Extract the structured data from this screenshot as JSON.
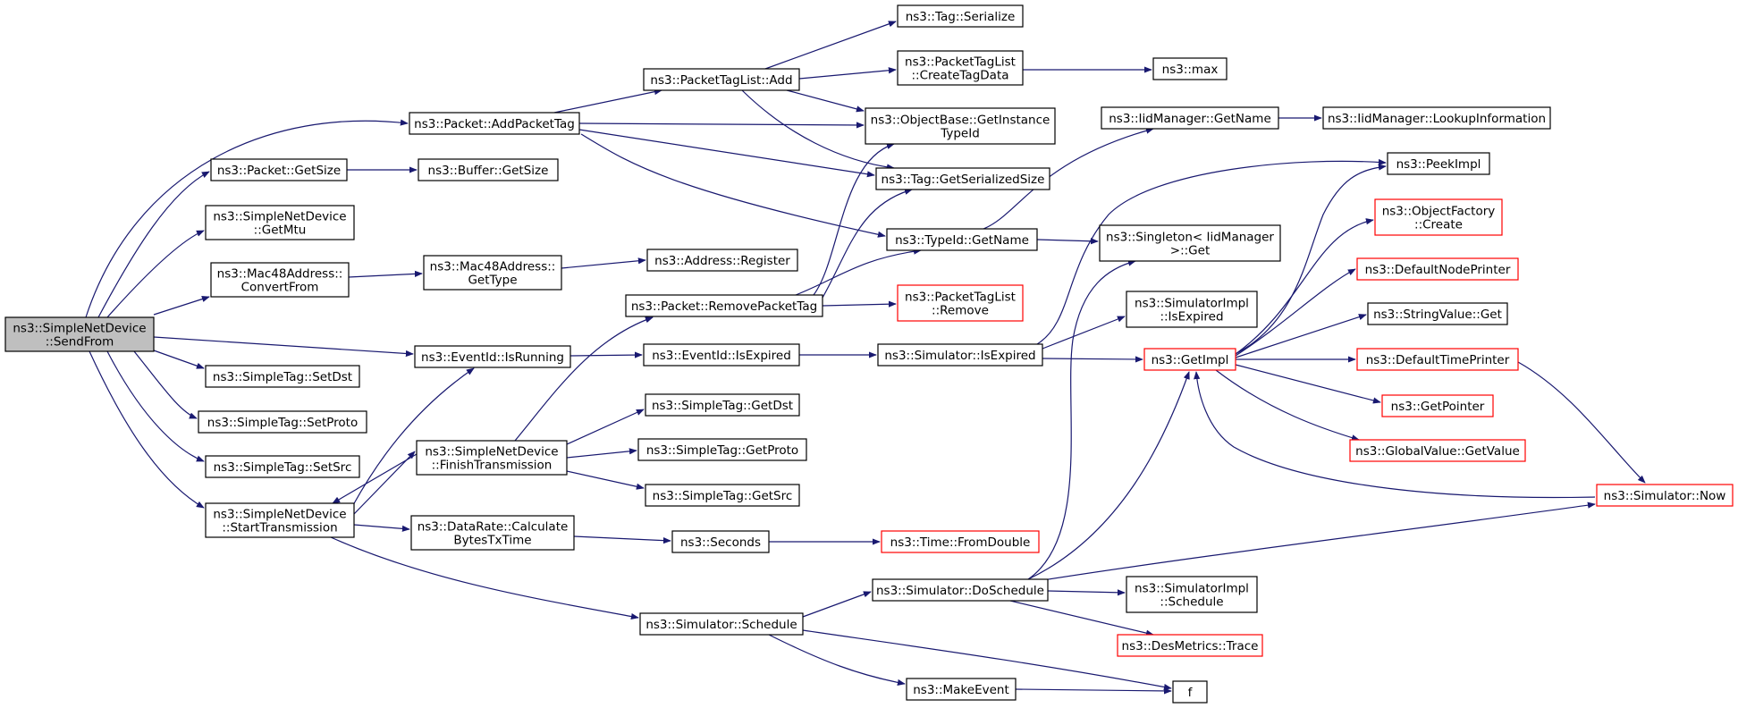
{
  "nodes": [
    {
      "id": "root",
      "lines": [
        "ns3::SimpleNetDevice",
        "::SendFrom"
      ],
      "style": "root"
    },
    {
      "id": "addPacketTag",
      "lines": [
        "ns3::Packet::AddPacketTag"
      ],
      "style": "normal"
    },
    {
      "id": "packetGetSize",
      "lines": [
        "ns3::Packet::GetSize"
      ],
      "style": "normal"
    },
    {
      "id": "getMtu",
      "lines": [
        "ns3::SimpleNetDevice",
        "::GetMtu"
      ],
      "style": "normal"
    },
    {
      "id": "convertFrom",
      "lines": [
        "ns3::Mac48Address::",
        "ConvertFrom"
      ],
      "style": "normal"
    },
    {
      "id": "eventIsRunning",
      "lines": [
        "ns3::EventId::IsRunning"
      ],
      "style": "normal"
    },
    {
      "id": "setDst",
      "lines": [
        "ns3::SimpleTag::SetDst"
      ],
      "style": "normal"
    },
    {
      "id": "setProto",
      "lines": [
        "ns3::SimpleTag::SetProto"
      ],
      "style": "normal"
    },
    {
      "id": "setSrc",
      "lines": [
        "ns3::SimpleTag::SetSrc"
      ],
      "style": "normal"
    },
    {
      "id": "startTx",
      "lines": [
        "ns3::SimpleNetDevice",
        "::StartTransmission"
      ],
      "style": "normal"
    },
    {
      "id": "bufferGetSize",
      "lines": [
        "ns3::Buffer::GetSize"
      ],
      "style": "normal"
    },
    {
      "id": "macGetType",
      "lines": [
        "ns3::Mac48Address::",
        "GetType"
      ],
      "style": "normal"
    },
    {
      "id": "finishTx",
      "lines": [
        "ns3::SimpleNetDevice",
        "::FinishTransmission"
      ],
      "style": "normal"
    },
    {
      "id": "calcBytes",
      "lines": [
        "ns3::DataRate::Calculate",
        "BytesTxTime"
      ],
      "style": "normal"
    },
    {
      "id": "tagListAdd",
      "lines": [
        "ns3::PacketTagList::Add"
      ],
      "style": "normal"
    },
    {
      "id": "addressRegister",
      "lines": [
        "ns3::Address::Register"
      ],
      "style": "normal"
    },
    {
      "id": "removePacketTag",
      "lines": [
        "ns3::Packet::RemovePacketTag"
      ],
      "style": "normal"
    },
    {
      "id": "eventIsExpired",
      "lines": [
        "ns3::EventId::IsExpired"
      ],
      "style": "normal"
    },
    {
      "id": "getDst",
      "lines": [
        "ns3::SimpleTag::GetDst"
      ],
      "style": "normal"
    },
    {
      "id": "getProto",
      "lines": [
        "ns3::SimpleTag::GetProto"
      ],
      "style": "normal"
    },
    {
      "id": "getSrc",
      "lines": [
        "ns3::SimpleTag::GetSrc"
      ],
      "style": "normal"
    },
    {
      "id": "seconds",
      "lines": [
        "ns3::Seconds"
      ],
      "style": "normal"
    },
    {
      "id": "schedule",
      "lines": [
        "ns3::Simulator::Schedule"
      ],
      "style": "normal"
    },
    {
      "id": "tagSerialize",
      "lines": [
        "ns3::Tag::Serialize"
      ],
      "style": "normal"
    },
    {
      "id": "createTagData",
      "lines": [
        "ns3::PacketTagList",
        "::CreateTagData"
      ],
      "style": "normal"
    },
    {
      "id": "getInstanceTypeId",
      "lines": [
        "ns3::ObjectBase::GetInstance",
        "TypeId"
      ],
      "style": "normal"
    },
    {
      "id": "getSerializedSize",
      "lines": [
        "ns3::Tag::GetSerializedSize"
      ],
      "style": "normal"
    },
    {
      "id": "typeIdGetName",
      "lines": [
        "ns3::TypeId::GetName"
      ],
      "style": "normal"
    },
    {
      "id": "tagListRemove",
      "lines": [
        "ns3::PacketTagList",
        "::Remove"
      ],
      "style": "red"
    },
    {
      "id": "simIsExpired",
      "lines": [
        "ns3::Simulator::IsExpired"
      ],
      "style": "normal"
    },
    {
      "id": "timeFromDouble",
      "lines": [
        "ns3::Time::FromDouble"
      ],
      "style": "red"
    },
    {
      "id": "doSchedule",
      "lines": [
        "ns3::Simulator::DoSchedule"
      ],
      "style": "normal"
    },
    {
      "id": "makeEvent",
      "lines": [
        "ns3::MakeEvent"
      ],
      "style": "normal"
    },
    {
      "id": "max",
      "lines": [
        "ns3::max"
      ],
      "style": "normal"
    },
    {
      "id": "iidGetName",
      "lines": [
        "ns3::IidManager::GetName"
      ],
      "style": "normal"
    },
    {
      "id": "singletonGet",
      "lines": [
        "ns3::Singleton< IidManager",
        ">::Get"
      ],
      "style": "normal"
    },
    {
      "id": "implIsExpired",
      "lines": [
        "ns3::SimulatorImpl",
        "::IsExpired"
      ],
      "style": "normal"
    },
    {
      "id": "getImpl",
      "lines": [
        "ns3::GetImpl"
      ],
      "style": "red"
    },
    {
      "id": "implSchedule",
      "lines": [
        "ns3::SimulatorImpl",
        "::Schedule"
      ],
      "style": "normal"
    },
    {
      "id": "desTrace",
      "lines": [
        "ns3::DesMetrics::Trace"
      ],
      "style": "red"
    },
    {
      "id": "f",
      "lines": [
        "f"
      ],
      "style": "normal"
    },
    {
      "id": "lookupInfo",
      "lines": [
        "ns3::IidManager::LookupInformation"
      ],
      "style": "normal"
    },
    {
      "id": "peekImpl",
      "lines": [
        "ns3::PeekImpl"
      ],
      "style": "normal"
    },
    {
      "id": "objectFactoryCreate",
      "lines": [
        "ns3::ObjectFactory",
        "::Create"
      ],
      "style": "red"
    },
    {
      "id": "defaultNodePrinter",
      "lines": [
        "ns3::DefaultNodePrinter"
      ],
      "style": "red"
    },
    {
      "id": "stringValueGet",
      "lines": [
        "ns3::StringValue::Get"
      ],
      "style": "normal"
    },
    {
      "id": "defaultTimePrinter",
      "lines": [
        "ns3::DefaultTimePrinter"
      ],
      "style": "red"
    },
    {
      "id": "getPointer",
      "lines": [
        "ns3::GetPointer"
      ],
      "style": "red"
    },
    {
      "id": "globalGetValue",
      "lines": [
        "ns3::GlobalValue::GetValue"
      ],
      "style": "red"
    },
    {
      "id": "simNow",
      "lines": [
        "ns3::Simulator::Now"
      ],
      "style": "red"
    }
  ],
  "colors": {
    "edge": "#191970",
    "normal_border": "#000000",
    "red_border": "#ff0000",
    "root_fill": "#bfbfbf"
  }
}
